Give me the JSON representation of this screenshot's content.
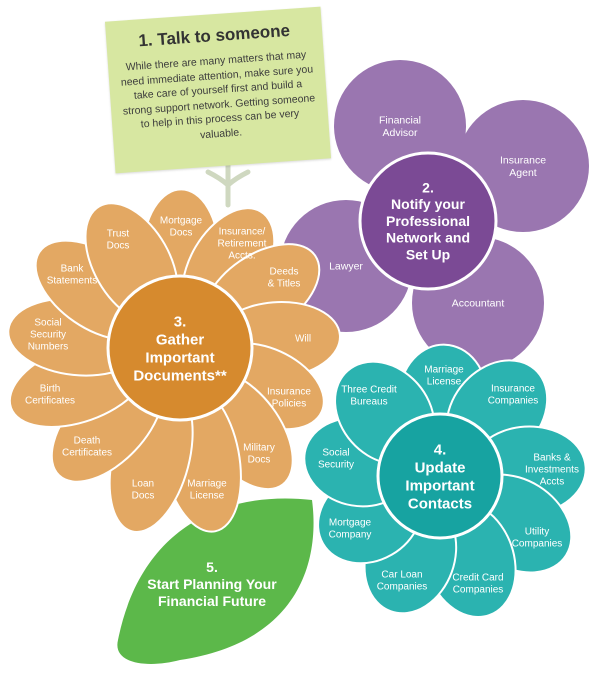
{
  "step1": {
    "title": "1. Talk to someone",
    "body": "While there are many matters that may need immediate attention, make sure you take care of yourself first and build a strong support network. Getting someone to help in this process can be very valuable."
  },
  "flowers": [
    {
      "key": "professional",
      "color": "#7b4a95",
      "petal_color": "#9a76b0",
      "center_lines": [
        "2.",
        "Notify your",
        "Professional",
        "Network and",
        "Set Up"
      ],
      "petals": [
        {
          "name": "petal-financial-advisor",
          "lines": [
            "Financial",
            "Advisor"
          ]
        },
        {
          "name": "petal-insurance-agent",
          "lines": [
            "Insurance",
            "Agent"
          ]
        },
        {
          "name": "petal-accountant",
          "lines": [
            "Accountant"
          ]
        },
        {
          "name": "petal-lawyer",
          "lines": [
            "Lawyer"
          ]
        }
      ]
    },
    {
      "key": "documents",
      "color": "#d68a2e",
      "petal_color": "#e3a863",
      "center_lines": [
        "3.",
        "Gather",
        "Important",
        "Documents**"
      ],
      "petals": [
        {
          "name": "petal-mortgage-docs",
          "lines": [
            "Mortgage",
            "Docs"
          ]
        },
        {
          "name": "petal-insurance-retirement",
          "lines": [
            "Insurance/",
            "Retirement",
            "Accts."
          ]
        },
        {
          "name": "petal-deeds-titles",
          "lines": [
            "Deeds",
            "& Titles"
          ]
        },
        {
          "name": "petal-will",
          "lines": [
            "Will"
          ]
        },
        {
          "name": "petal-insurance-policies",
          "lines": [
            "Insurance",
            "Policies"
          ]
        },
        {
          "name": "petal-military-docs",
          "lines": [
            "Military",
            "Docs"
          ]
        },
        {
          "name": "petal-marriage-license",
          "lines": [
            "Marriage",
            "License"
          ]
        },
        {
          "name": "petal-loan-docs",
          "lines": [
            "Loan",
            "Docs"
          ]
        },
        {
          "name": "petal-death-certificates",
          "lines": [
            "Death",
            "Certificates"
          ]
        },
        {
          "name": "petal-birth-certificates",
          "lines": [
            "Birth",
            "Certificates"
          ]
        },
        {
          "name": "petal-social-security-numbers",
          "lines": [
            "Social",
            "Security",
            "Numbers"
          ]
        },
        {
          "name": "petal-bank-statements",
          "lines": [
            "Bank",
            "Statements"
          ]
        },
        {
          "name": "petal-trust-docs",
          "lines": [
            "Trust",
            "Docs"
          ]
        }
      ]
    },
    {
      "key": "contacts",
      "color": "#17a3a1",
      "petal_color": "#2bb3b0",
      "center_lines": [
        "4.",
        "Update",
        "Important",
        "Contacts"
      ],
      "petals": [
        {
          "name": "petal-marriage-license-contact",
          "lines": [
            "Marriage",
            "License"
          ]
        },
        {
          "name": "petal-insurance-companies",
          "lines": [
            "Insurance",
            "Companies"
          ]
        },
        {
          "name": "petal-banks-investments",
          "lines": [
            "Banks &",
            "Investments",
            "Accts"
          ]
        },
        {
          "name": "petal-utility-companies",
          "lines": [
            "Utility",
            "Companies"
          ]
        },
        {
          "name": "petal-credit-card-companies",
          "lines": [
            "Credit Card",
            "Companies"
          ]
        },
        {
          "name": "petal-car-loan-companies",
          "lines": [
            "Car Loan",
            "Companies"
          ]
        },
        {
          "name": "petal-mortgage-company",
          "lines": [
            "Mortgage",
            "Company"
          ]
        },
        {
          "name": "petal-social-security",
          "lines": [
            "Social",
            "Security"
          ]
        },
        {
          "name": "petal-three-credit-bureaus",
          "lines": [
            "Three Credit",
            "Bureaus"
          ]
        }
      ]
    }
  ],
  "step5": {
    "color": "#5cb84a",
    "lines": [
      "5.",
      "Start Planning Your",
      "Financial Future"
    ]
  }
}
